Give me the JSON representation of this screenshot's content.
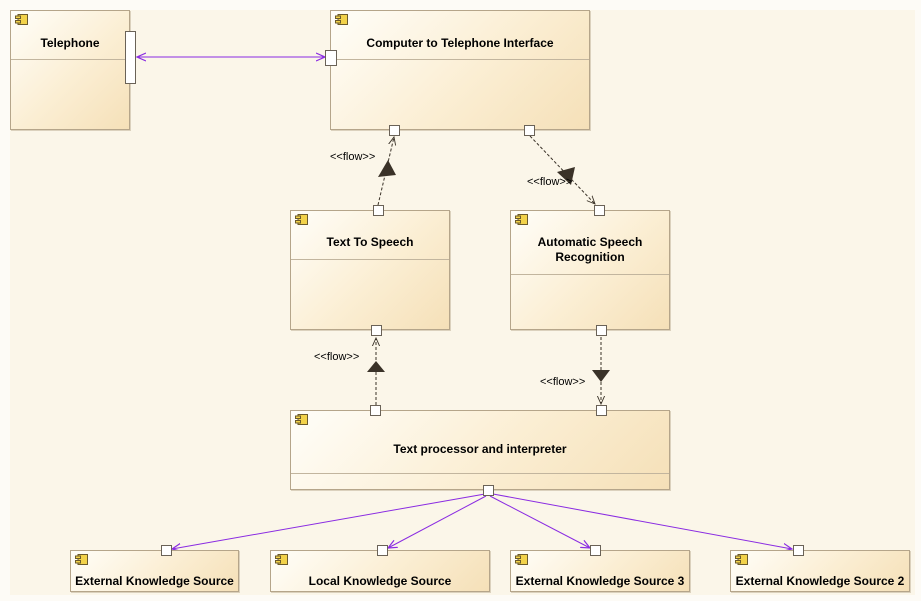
{
  "components": {
    "telephone": "Telephone",
    "cti": "Computer to Telephone Interface",
    "tts": "Text To Speech",
    "asr": "Automatic Speech Recognition",
    "processor": "Text processor and interpreter",
    "eks1": "External Knowledge Source",
    "lks": "Local Knowledge Source",
    "eks3": "External Knowledge Source 3",
    "eks2": "External Knowledge Source 2"
  },
  "flow_labels": {
    "tts_to_cti": "<<flow>>",
    "cti_to_asr": "<<flow>>",
    "proc_to_tts": "<<flow>>",
    "asr_to_proc": "<<flow>>"
  },
  "colors": {
    "association": "#8a2be2",
    "flow": "#3a3228",
    "border": "#b5a58a"
  },
  "icons": {
    "component": "uml-component-icon"
  }
}
